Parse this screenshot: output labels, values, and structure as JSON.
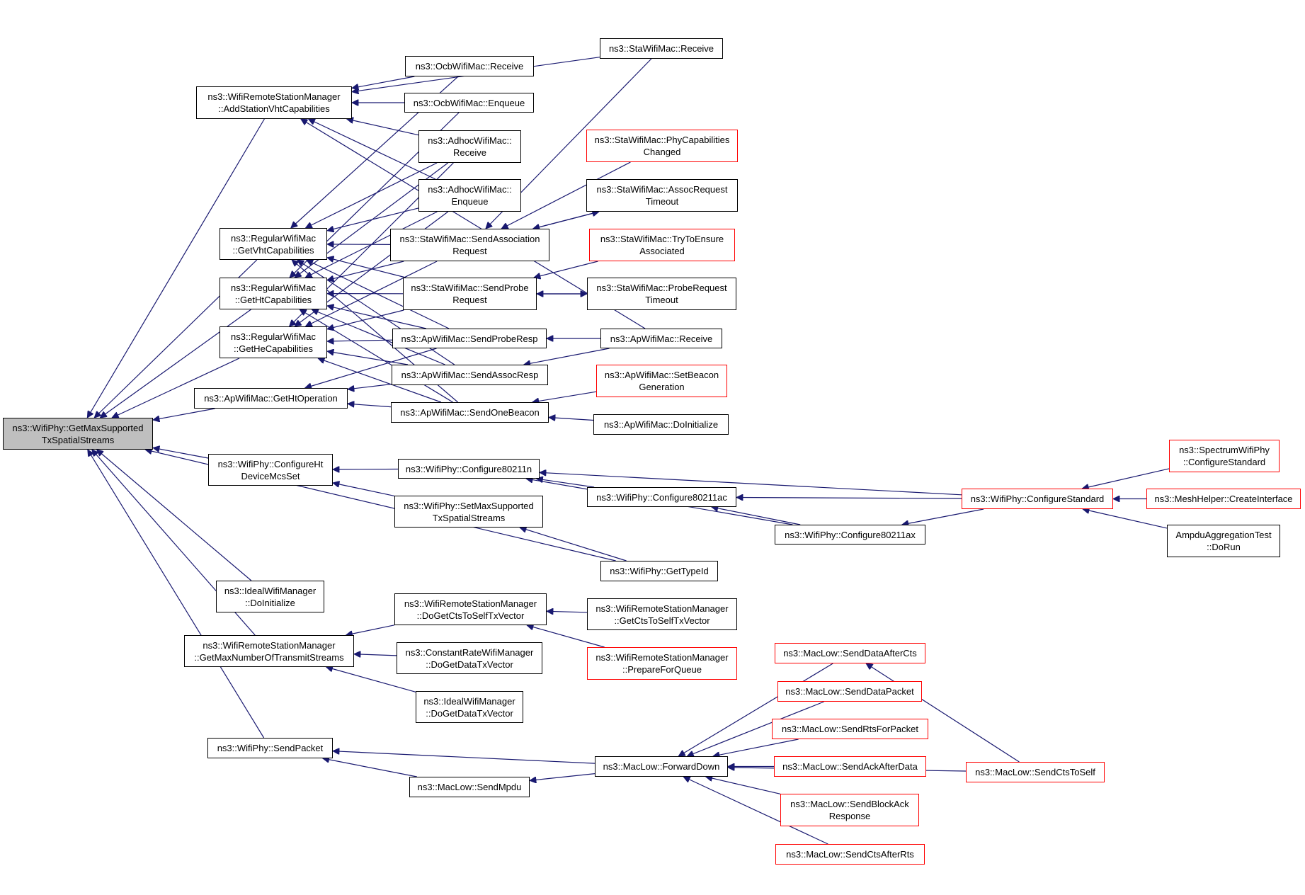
{
  "colors": {
    "edge": "#191970",
    "node_border": "#000000",
    "truncated_border": "#ff0000",
    "root_fill": "#bfbfbf"
  },
  "nodes": [
    {
      "id": "root",
      "line1": "ns3::WifiPhy::GetMaxSupported",
      "line2": "TxSpatialStreams",
      "style": "root"
    },
    {
      "id": "wrsm_addvht",
      "line1": "ns3::WifiRemoteStationManager",
      "line2": "::AddStationVhtCapabilities",
      "style": "normal"
    },
    {
      "id": "rwm_vht",
      "line1": "ns3::RegularWifiMac",
      "line2": "::GetVhtCapabilities",
      "style": "normal"
    },
    {
      "id": "rwm_ht",
      "line1": "ns3::RegularWifiMac",
      "line2": "::GetHtCapabilities",
      "style": "normal"
    },
    {
      "id": "rwm_he",
      "line1": "ns3::RegularWifiMac",
      "line2": "::GetHeCapabilities",
      "style": "normal"
    },
    {
      "id": "ap_htop",
      "line1": "ns3::ApWifiMac::GetHtOperation",
      "line2": "",
      "style": "normal"
    },
    {
      "id": "phy_confht",
      "line1": "ns3::WifiPhy::ConfigureHt",
      "line2": "DeviceMcsSet",
      "style": "normal"
    },
    {
      "id": "ideal_doinit",
      "line1": "ns3::IdealWifiManager",
      "line2": "::DoInitialize",
      "style": "normal"
    },
    {
      "id": "wrsm_getmax",
      "line1": "ns3::WifiRemoteStationManager",
      "line2": "::GetMaxNumberOfTransmitStreams",
      "style": "normal"
    },
    {
      "id": "phy_sendpacket",
      "line1": "ns3::WifiPhy::SendPacket",
      "line2": "",
      "style": "normal"
    },
    {
      "id": "ocb_recv",
      "line1": "ns3::OcbWifiMac::Receive",
      "line2": "",
      "style": "normal"
    },
    {
      "id": "ocb_enq",
      "line1": "ns3::OcbWifiMac::Enqueue",
      "line2": "",
      "style": "normal"
    },
    {
      "id": "adhoc_recv",
      "line1": "ns3::AdhocWifiMac::",
      "line2": "Receive",
      "style": "normal"
    },
    {
      "id": "adhoc_enq",
      "line1": "ns3::AdhocWifiMac::",
      "line2": "Enqueue",
      "style": "normal"
    },
    {
      "id": "sta_sendassoc",
      "line1": "ns3::StaWifiMac::SendAssociation",
      "line2": "Request",
      "style": "normal"
    },
    {
      "id": "sta_sendprobe",
      "line1": "ns3::StaWifiMac::SendProbe",
      "line2": "Request",
      "style": "normal"
    },
    {
      "id": "ap_sendprobeesp",
      "line1": "ns3::ApWifiMac::SendProbeResp",
      "line2": "",
      "style": "normal"
    },
    {
      "id": "ap_sendassocresp",
      "line1": "ns3::ApWifiMac::SendAssocResp",
      "line2": "",
      "style": "normal"
    },
    {
      "id": "ap_sendbeacon",
      "line1": "ns3::ApWifiMac::SendOneBeacon",
      "line2": "",
      "style": "normal"
    },
    {
      "id": "phy_80211n",
      "line1": "ns3::WifiPhy::Configure80211n",
      "line2": "",
      "style": "normal"
    },
    {
      "id": "phy_setmax",
      "line1": "ns3::WifiPhy::SetMaxSupported",
      "line2": "TxSpatialStreams",
      "style": "normal"
    },
    {
      "id": "wrsm_docts",
      "line1": "ns3::WifiRemoteStationManager",
      "line2": "::DoGetCtsToSelfTxVector",
      "style": "normal"
    },
    {
      "id": "const_dodata",
      "line1": "ns3::ConstantRateWifiManager",
      "line2": "::DoGetDataTxVector",
      "style": "normal"
    },
    {
      "id": "ideal_dodata",
      "line1": "ns3::IdealWifiManager",
      "line2": "::DoGetDataTxVector",
      "style": "normal"
    },
    {
      "id": "maclow_sendmpdu",
      "line1": "ns3::MacLow::SendMpdu",
      "line2": "",
      "style": "normal"
    },
    {
      "id": "sta_recv",
      "line1": "ns3::StaWifiMac::Receive",
      "line2": "",
      "style": "normal"
    },
    {
      "id": "sta_phycap",
      "line1": "ns3::StaWifiMac::PhyCapabilities",
      "line2": "Changed",
      "style": "red"
    },
    {
      "id": "sta_assoctimeout",
      "line1": "ns3::StaWifiMac::AssocRequest",
      "line2": "Timeout",
      "style": "normal"
    },
    {
      "id": "sta_trytoensure",
      "line1": "ns3::StaWifiMac::TryToEnsure",
      "line2": "Associated",
      "style": "red"
    },
    {
      "id": "sta_probetimeout",
      "line1": "ns3::StaWifiMac::ProbeRequest",
      "line2": "Timeout",
      "style": "normal"
    },
    {
      "id": "ap_recv",
      "line1": "ns3::ApWifiMac::Receive",
      "line2": "",
      "style": "normal"
    },
    {
      "id": "ap_setbeacon",
      "line1": "ns3::ApWifiMac::SetBeacon",
      "line2": "Generation",
      "style": "red"
    },
    {
      "id": "ap_doinit",
      "line1": "ns3::ApWifiMac::DoInitialize",
      "line2": "",
      "style": "normal"
    },
    {
      "id": "phy_80211ac",
      "line1": "ns3::WifiPhy::Configure80211ac",
      "line2": "",
      "style": "normal"
    },
    {
      "id": "phy_80211ax",
      "line1": "ns3::WifiPhy::Configure80211ax",
      "line2": "",
      "style": "normal"
    },
    {
      "id": "phy_gettypeid",
      "line1": "ns3::WifiPhy::GetTypeId",
      "line2": "",
      "style": "normal"
    },
    {
      "id": "wrsm_getcts",
      "line1": "ns3::WifiRemoteStationManager",
      "line2": "::GetCtsToSelfTxVector",
      "style": "normal"
    },
    {
      "id": "wrsm_prepare",
      "line1": "ns3::WifiRemoteStationManager",
      "line2": "::PrepareForQueue",
      "style": "red"
    },
    {
      "id": "maclow_fwd",
      "line1": "ns3::MacLow::ForwardDown",
      "line2": "",
      "style": "normal"
    },
    {
      "id": "maclow_dataaftercts",
      "line1": "ns3::MacLow::SendDataAfterCts",
      "line2": "",
      "style": "red"
    },
    {
      "id": "maclow_datapacket",
      "line1": "ns3::MacLow::SendDataPacket",
      "line2": "",
      "style": "red"
    },
    {
      "id": "maclow_rtsforpacket",
      "line1": "ns3::MacLow::SendRtsForPacket",
      "line2": "",
      "style": "red"
    },
    {
      "id": "maclow_ackafterdata",
      "line1": "ns3::MacLow::SendAckAfterData",
      "line2": "",
      "style": "red"
    },
    {
      "id": "maclow_blockack",
      "line1": "ns3::MacLow::SendBlockAck",
      "line2": "Response",
      "style": "red"
    },
    {
      "id": "maclow_ctsafterrts",
      "line1": "ns3::MacLow::SendCtsAfterRts",
      "line2": "",
      "style": "red"
    },
    {
      "id": "maclow_ctstoself",
      "line1": "ns3::MacLow::SendCtsToSelf",
      "line2": "",
      "style": "red"
    },
    {
      "id": "phy_confstd",
      "line1": "ns3::WifiPhy::ConfigureStandard",
      "line2": "",
      "style": "red"
    },
    {
      "id": "spectrum_confstd",
      "line1": "ns3::SpectrumWifiPhy",
      "line2": "::ConfigureStandard",
      "style": "red"
    },
    {
      "id": "mesh_create",
      "line1": "ns3::MeshHelper::CreateInterface",
      "line2": "",
      "style": "red"
    },
    {
      "id": "ampdu_dorun",
      "line1": "AmpduAggregationTest",
      "line2": "::DoRun",
      "style": "normal"
    }
  ],
  "edges": [
    [
      "wrsm_addvht",
      "root"
    ],
    [
      "rwm_vht",
      "root"
    ],
    [
      "rwm_ht",
      "root"
    ],
    [
      "rwm_he",
      "root"
    ],
    [
      "ap_htop",
      "root"
    ],
    [
      "phy_confht",
      "root"
    ],
    [
      "ideal_doinit",
      "root"
    ],
    [
      "wrsm_getmax",
      "root"
    ],
    [
      "phy_sendpacket",
      "root"
    ],
    [
      "phy_gettypeid",
      "root"
    ],
    [
      "ocb_recv",
      "wrsm_addvht"
    ],
    [
      "ocb_enq",
      "wrsm_addvht"
    ],
    [
      "adhoc_recv",
      "wrsm_addvht"
    ],
    [
      "adhoc_enq",
      "wrsm_addvht"
    ],
    [
      "sta_recv",
      "wrsm_addvht"
    ],
    [
      "ap_recv",
      "wrsm_addvht"
    ],
    [
      "ocb_recv",
      "rwm_vht"
    ],
    [
      "adhoc_recv",
      "rwm_vht"
    ],
    [
      "adhoc_enq",
      "rwm_vht"
    ],
    [
      "sta_sendassoc",
      "rwm_vht"
    ],
    [
      "sta_sendprobe",
      "rwm_vht"
    ],
    [
      "ap_sendprobeesp",
      "rwm_vht"
    ],
    [
      "ap_sendassocresp",
      "rwm_vht"
    ],
    [
      "ap_sendbeacon",
      "rwm_vht"
    ],
    [
      "ocb_enq",
      "rwm_ht"
    ],
    [
      "adhoc_recv",
      "rwm_ht"
    ],
    [
      "adhoc_enq",
      "rwm_ht"
    ],
    [
      "sta_sendassoc",
      "rwm_ht"
    ],
    [
      "sta_sendprobe",
      "rwm_ht"
    ],
    [
      "ap_sendprobeesp",
      "rwm_ht"
    ],
    [
      "ap_sendassocresp",
      "rwm_ht"
    ],
    [
      "ap_sendbeacon",
      "rwm_ht"
    ],
    [
      "adhoc_recv",
      "rwm_he"
    ],
    [
      "adhoc_enq",
      "rwm_he"
    ],
    [
      "sta_sendassoc",
      "rwm_he"
    ],
    [
      "sta_sendprobe",
      "rwm_he"
    ],
    [
      "ap_sendprobeesp",
      "rwm_he"
    ],
    [
      "ap_sendassocresp",
      "rwm_he"
    ],
    [
      "ap_sendbeacon",
      "rwm_he"
    ],
    [
      "ap_sendprobeesp",
      "ap_htop"
    ],
    [
      "ap_sendassocresp",
      "ap_htop"
    ],
    [
      "ap_sendbeacon",
      "ap_htop"
    ],
    [
      "sta_recv",
      "sta_sendassoc"
    ],
    [
      "sta_phycap",
      "sta_sendassoc"
    ],
    [
      "sta_assoctimeout",
      "sta_sendassoc"
    ],
    [
      "sta_sendassoc",
      "sta_assoctimeout"
    ],
    [
      "sta_trytoensure",
      "sta_sendprobe"
    ],
    [
      "sta_probetimeout",
      "sta_sendprobe"
    ],
    [
      "sta_sendprobe",
      "sta_probetimeout"
    ],
    [
      "ap_recv",
      "ap_sendprobeesp"
    ],
    [
      "ap_recv",
      "ap_sendassocresp"
    ],
    [
      "ap_setbeacon",
      "ap_sendbeacon"
    ],
    [
      "ap_doinit",
      "ap_sendbeacon"
    ],
    [
      "phy_80211n",
      "phy_confht"
    ],
    [
      "phy_setmax",
      "phy_confht"
    ],
    [
      "phy_gettypeid",
      "phy_setmax"
    ],
    [
      "phy_80211ac",
      "phy_80211n"
    ],
    [
      "phy_80211ax",
      "phy_80211n"
    ],
    [
      "phy_confstd",
      "phy_80211n"
    ],
    [
      "phy_confstd",
      "phy_80211ac"
    ],
    [
      "phy_80211ax",
      "phy_80211ac"
    ],
    [
      "phy_confstd",
      "phy_80211ax"
    ],
    [
      "spectrum_confstd",
      "phy_confstd"
    ],
    [
      "mesh_create",
      "phy_confstd"
    ],
    [
      "ampdu_dorun",
      "phy_confstd"
    ],
    [
      "wrsm_docts",
      "wrsm_getmax"
    ],
    [
      "const_dodata",
      "wrsm_getmax"
    ],
    [
      "ideal_dodata",
      "wrsm_getmax"
    ],
    [
      "wrsm_getcts",
      "wrsm_docts"
    ],
    [
      "wrsm_prepare",
      "wrsm_docts"
    ],
    [
      "maclow_fwd",
      "phy_sendpacket"
    ],
    [
      "maclow_sendmpdu",
      "phy_sendpacket"
    ],
    [
      "maclow_fwd",
      "maclow_sendmpdu"
    ],
    [
      "maclow_dataaftercts",
      "maclow_fwd"
    ],
    [
      "maclow_datapacket",
      "maclow_fwd"
    ],
    [
      "maclow_rtsforpacket",
      "maclow_fwd"
    ],
    [
      "maclow_ackafterdata",
      "maclow_fwd"
    ],
    [
      "maclow_blockack",
      "maclow_fwd"
    ],
    [
      "maclow_ctsafterrts",
      "maclow_fwd"
    ],
    [
      "maclow_ctstoself",
      "maclow_fwd"
    ],
    [
      "maclow_ctstoself",
      "maclow_dataaftercts"
    ]
  ]
}
